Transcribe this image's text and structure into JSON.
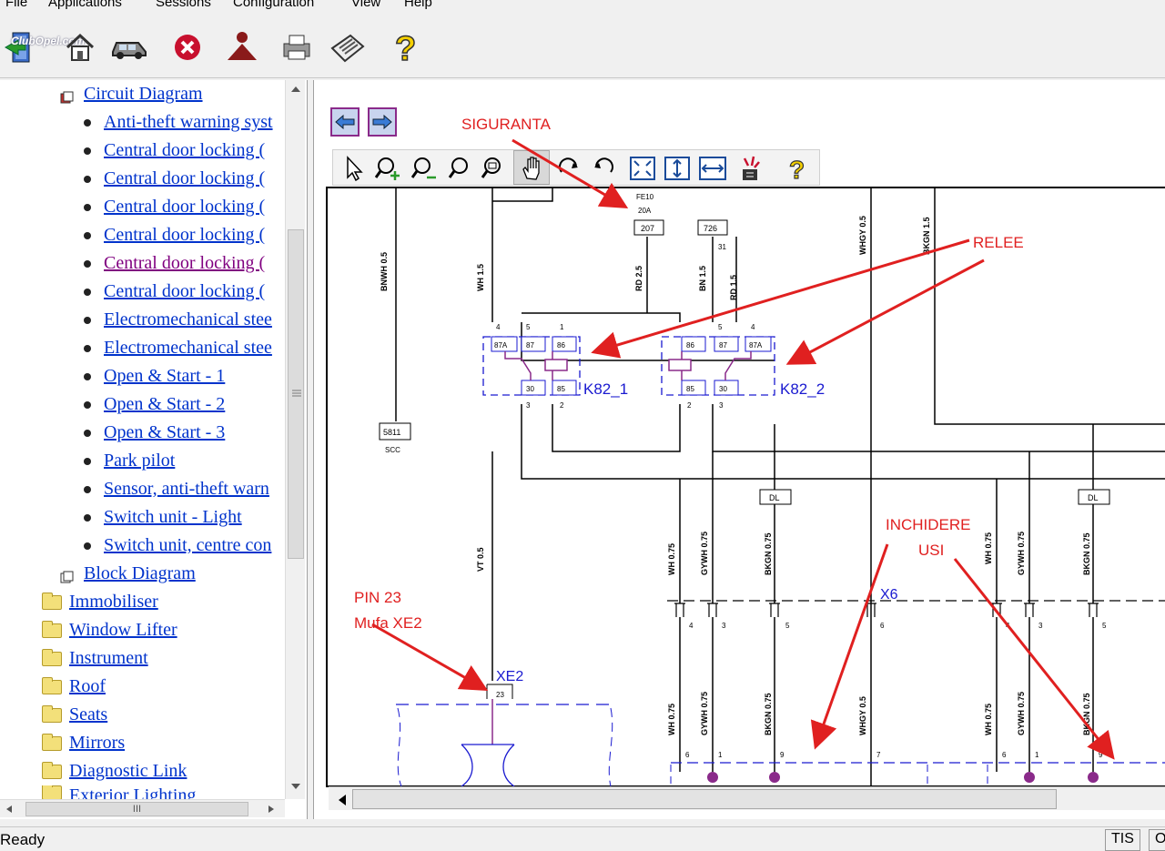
{
  "menu": [
    "File",
    "Applications",
    "Sessions",
    "Configuration",
    "View",
    "Help"
  ],
  "toolbar": {
    "watermark": "ClubOpel.com",
    "icons": [
      "exit-icon",
      "home-icon",
      "car-icon",
      "stop-icon",
      "person-icon",
      "printer-icon",
      "newspaper-icon",
      "help-icon"
    ]
  },
  "tree": {
    "circuit_diagram": "Circuit Diagram",
    "items": [
      "Anti-theft warning syst",
      "Central door locking (",
      "Central door locking (",
      "Central door locking (",
      "Central door locking (",
      "Central door locking (",
      "Central door locking (",
      "Electromechanical stee",
      "Electromechanical stee",
      "Open & Start - 1",
      "Open & Start - 2",
      "Open & Start - 3",
      "Park pilot",
      "Sensor, anti-theft warn",
      "Switch unit - Light",
      "Switch unit, centre con"
    ],
    "block_diagram": "Block Diagram",
    "folders": [
      "Immobiliser",
      "Window Lifter",
      "Instrument",
      "Roof",
      "Seats",
      "Mirrors",
      "Diagnostic Link",
      "Exterior Lighting"
    ],
    "hscroll_grip": "III"
  },
  "diagram": {
    "annotations": {
      "siguranta": "SIGURANTA",
      "relee": "RELEE",
      "inchidere_1": "INCHIDERE",
      "inchidere_2": "USI",
      "pin_1": "PIN 23",
      "pin_2": "Mufa XE2"
    },
    "fuse": {
      "name": "FE10",
      "rating": "20A",
      "box": "207"
    },
    "box_726": "726",
    "pin_31": "31",
    "wires": {
      "bnwh": "BNWH 0.5",
      "wh15": "WH 1.5",
      "rd25": "RD 2.5",
      "bn15": "BN 1.5",
      "rd15": "RD 1.5",
      "whgy": "WHGY 0.5",
      "bkgn": "BKGN 1.5",
      "vt": "VT 0.5",
      "wh075": "WH 0.75",
      "gywh075": "GYWH 0.75",
      "bkgn075": "BKGN 0.75"
    },
    "relay1": {
      "name": "K82_1",
      "top_pins": [
        "4",
        "5",
        "1"
      ],
      "contacts": [
        "87A",
        "87",
        "86"
      ],
      "mid": [
        "30",
        "85"
      ],
      "bottom": [
        "3",
        "2"
      ]
    },
    "relay2": {
      "name": "K82_2",
      "top_pins": [
        "5",
        "4"
      ],
      "contacts": [
        "86",
        "87",
        "87A"
      ],
      "mid": [
        "85",
        "30"
      ],
      "bottom": [
        "2",
        "3"
      ]
    },
    "connector_5811": {
      "box": "5811",
      "label": "SCC"
    },
    "dl": "DL",
    "x6": "X6",
    "xe2": "XE2",
    "xe2_pin": "23",
    "x6_pins": [
      "4",
      "3",
      "5",
      "6",
      "4",
      "3",
      "5"
    ],
    "lower_pins": [
      "6",
      "1",
      "9",
      "7",
      "6",
      "1",
      "9"
    ],
    "lower_pin_whgy": "WHGY 0.5"
  },
  "status": {
    "text": "Ready",
    "cell1": "TIS",
    "cell2": "O"
  }
}
